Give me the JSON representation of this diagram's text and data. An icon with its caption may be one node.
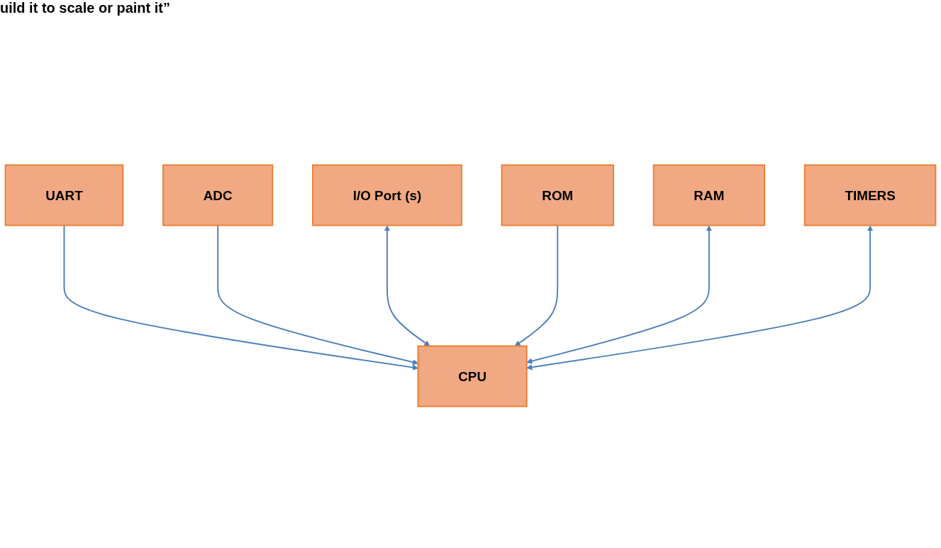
{
  "diagram": {
    "nodes": [
      {
        "text": [
          "ADC"
        ]
      },
      {
        "text": [
          "UART"
        ]
      },
      {
        "text": [
          "I/O Port (s)"
        ]
      },
      {
        "text": [
          "CPU"
        ]
      },
      {
        "text": [
          "ROM"
        ]
      },
      {
        "text": [
          "RAM"
        ]
      },
      {
        "text": [
          "TIMERS"
        ]
      }
    ],
    "edges": [
      {
        "from": 1,
        "to": 3,
        "arrow": "to"
      },
      {
        "from": 0,
        "to": 3,
        "arrow": "to"
      },
      {
        "from": 2,
        "to": 3,
        "arrow": "both"
      },
      {
        "from": 4,
        "to": 3,
        "arrow": "to"
      },
      {
        "from": 5,
        "to": 3,
        "arrow": "both"
      },
      {
        "from": 6,
        "to": 3,
        "arrow": "both"
      }
    ],
    "labels": [
      "uild it to scale or paint it”"
    ]
  }
}
